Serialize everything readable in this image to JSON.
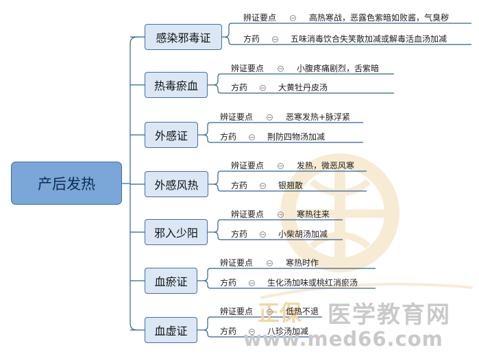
{
  "root": {
    "label": "产后发热"
  },
  "branches": [
    {
      "label": "感染邪毒证",
      "rows": [
        {
          "key": "辨证要点",
          "value": "高热寒战，恶露色紫暗如败酱，气臭秽"
        },
        {
          "key": "方药",
          "value": "五味消毒饮合失笑散加减或解毒活血汤加减"
        }
      ]
    },
    {
      "label": "热毒瘀血",
      "rows": [
        {
          "key": "辨证要点",
          "value": "小腹疼痛剧烈，舌紫暗"
        },
        {
          "key": "方药",
          "value": "大黄牡丹皮汤"
        }
      ]
    },
    {
      "label": "外感证",
      "rows": [
        {
          "key": "辨证要点",
          "value": "恶寒发热+脉浮紧"
        },
        {
          "key": "方药",
          "value": "荆防四物汤加减"
        }
      ]
    },
    {
      "label": "外感风热",
      "rows": [
        {
          "key": "辨证要点",
          "value": "发热，微恶风寒"
        },
        {
          "key": "方药",
          "value": "银翘散"
        }
      ]
    },
    {
      "label": "邪入少阳",
      "rows": [
        {
          "key": "辨证要点",
          "value": "寒热往来"
        },
        {
          "key": "方药",
          "value": "小柴胡汤加减"
        }
      ]
    },
    {
      "label": "血瘀证",
      "rows": [
        {
          "key": "辨证要点",
          "value": "寒热时作"
        },
        {
          "key": "方药",
          "value": "生化汤加味或桃红消瘀汤"
        }
      ]
    },
    {
      "label": "血虚证",
      "rows": [
        {
          "key": "辨证要点",
          "value": "低热不退"
        },
        {
          "key": "方药",
          "value": "八珍汤加减"
        }
      ]
    }
  ],
  "watermark": {
    "brand_part1": "正保",
    "brand_part2": "医学教育网",
    "url": "www.med66.com"
  },
  "colors": {
    "root_fill": "#7ba6d8",
    "node_fill": "#dbe7f5",
    "border": "#3e6fa8",
    "line": "#2f5f96"
  }
}
